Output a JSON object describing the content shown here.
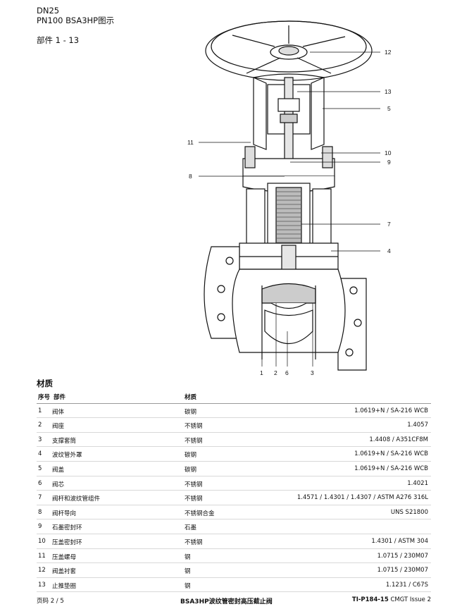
{
  "header": {
    "line1": "DN25",
    "line2": "PN100 BSA3HP图示",
    "parts_range": "部件 1 - 13"
  },
  "callouts": {
    "c12": "12",
    "c13": "13",
    "c5": "5",
    "c11": "11",
    "c10": "10",
    "c9": "9",
    "c8": "8",
    "c7": "7",
    "c4": "4",
    "c1": "1",
    "c2": "2",
    "c6": "6",
    "c3": "3"
  },
  "materials": {
    "title": "材质",
    "headers": {
      "no": "序号",
      "part": "部件",
      "material": "材质"
    },
    "rows": [
      {
        "no": "1",
        "part": "阀体",
        "material": "碳钢",
        "standard": "1.0619+N / SA-216 WCB"
      },
      {
        "no": "2",
        "part": "阀座",
        "material": "不锈钢",
        "standard": "1.4057"
      },
      {
        "no": "3",
        "part": "支撑套筒",
        "material": "不锈钢",
        "standard": "1.4408 / A351CF8M"
      },
      {
        "no": "4",
        "part": "波纹管外罩",
        "material": "碳钢",
        "standard": "1.0619+N / SA-216 WCB"
      },
      {
        "no": "5",
        "part": "阀盖",
        "material": "碳钢",
        "standard": "1.0619+N / SA-216 WCB"
      },
      {
        "no": "6",
        "part": "阀芯",
        "material": "不锈钢",
        "standard": "1.4021"
      },
      {
        "no": "7",
        "part": "阀杆和波纹管组件",
        "material": "不锈钢",
        "standard": "1.4571 / 1.4301 / 1.4307 / ASTM A276 316L"
      },
      {
        "no": "8",
        "part": "阀杆导向",
        "material": "不锈钢合金",
        "standard": "UNS S21800"
      },
      {
        "no": "9",
        "part": "石墨密封环",
        "material": "石墨",
        "standard": ""
      },
      {
        "no": "10",
        "part": "压盖密封环",
        "material": "不锈钢",
        "standard": "1.4301 / ASTM 304"
      },
      {
        "no": "11",
        "part": "压盖螺母",
        "material": "钢",
        "standard": "1.0715 / 230M07"
      },
      {
        "no": "12",
        "part": "阀盖衬套",
        "material": "钢",
        "standard": "1.0715 / 230M07"
      },
      {
        "no": "13",
        "part": "止推垫圈",
        "material": "钢",
        "standard": "1.1231 / C67S"
      }
    ]
  },
  "footer": {
    "page": "页码 2 / 5",
    "title": "BSA3HP波纹管密封高压截止阀",
    "doc_id": "TI-P184-15",
    "doc_rest": "CMGT Issue 2"
  }
}
